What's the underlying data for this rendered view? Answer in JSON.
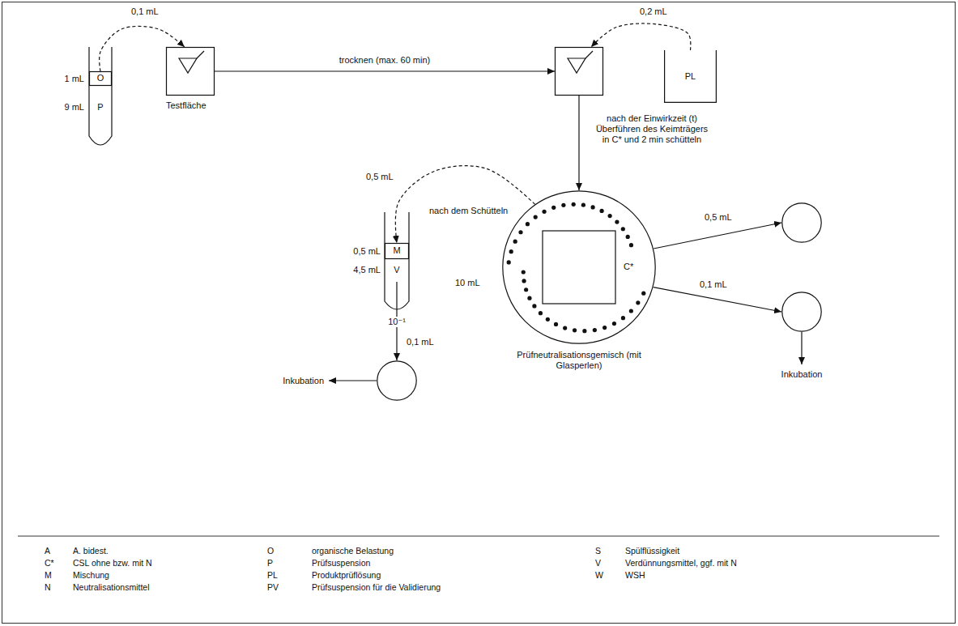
{
  "diagram": {
    "nodes": [
      {
        "text": [
          "O"
        ]
      },
      {
        "text": [
          "P"
        ]
      },
      {
        "text": [
          "Testfläche"
        ]
      },
      {
        "text": []
      },
      {
        "text": [
          "PL"
        ]
      },
      {
        "text": [
          "C*",
          "10 mL",
          "Prüfneutralisationsgemisch (mit Glasperlen)"
        ]
      },
      {
        "text": [
          "M"
        ]
      },
      {
        "text": [
          "V"
        ]
      },
      {
        "text": []
      },
      {
        "text": []
      },
      {
        "text": []
      }
    ],
    "edges": [
      {
        "from": 0,
        "to": 2,
        "label": "0,1 mL",
        "arrow": "to"
      },
      {
        "from": 2,
        "to": 3,
        "label": "trocknen (max. 60 min)",
        "arrow": "to"
      },
      {
        "from": 4,
        "to": 3,
        "label": "0,2 mL",
        "arrow": "to"
      },
      {
        "from": 3,
        "to": 5,
        "label": "nach der Einwirkzeit (t) Überführen des Keimträgers in C* und 2 min schütteln",
        "arrow": "to"
      },
      {
        "from": 5,
        "to": 6,
        "label": "nach dem Schütteln",
        "arrow": "to"
      },
      {
        "from": 7,
        "to": 8,
        "label": "0,1 mL",
        "arrow": "to"
      },
      {
        "from": 5,
        "to": 9,
        "label": "0,5 mL",
        "arrow": "to"
      },
      {
        "from": 5,
        "to": 10,
        "label": "0,1 mL",
        "arrow": "to"
      }
    ],
    "labels": [
      "1 mL",
      "9 mL",
      "0,5 mL",
      "0,5 mL",
      "4,5 mL",
      "10⁻¹",
      "Inkubation",
      "Inkubation",
      "A",
      "A. bidest.",
      "C*",
      "CSL ohne bzw. mit N",
      "M",
      "Mischung",
      "N",
      "Neutralisationsmittel",
      "O",
      "organische Belastung",
      "P",
      "Prüfsuspension",
      "PL",
      "Produktprüflösung",
      "PV",
      "Prüfsuspension für die Validierung",
      "S",
      "Spülflüssigkeit",
      "V",
      "Verdünnungsmittel, ggf. mit N",
      "W",
      "WSH"
    ]
  }
}
